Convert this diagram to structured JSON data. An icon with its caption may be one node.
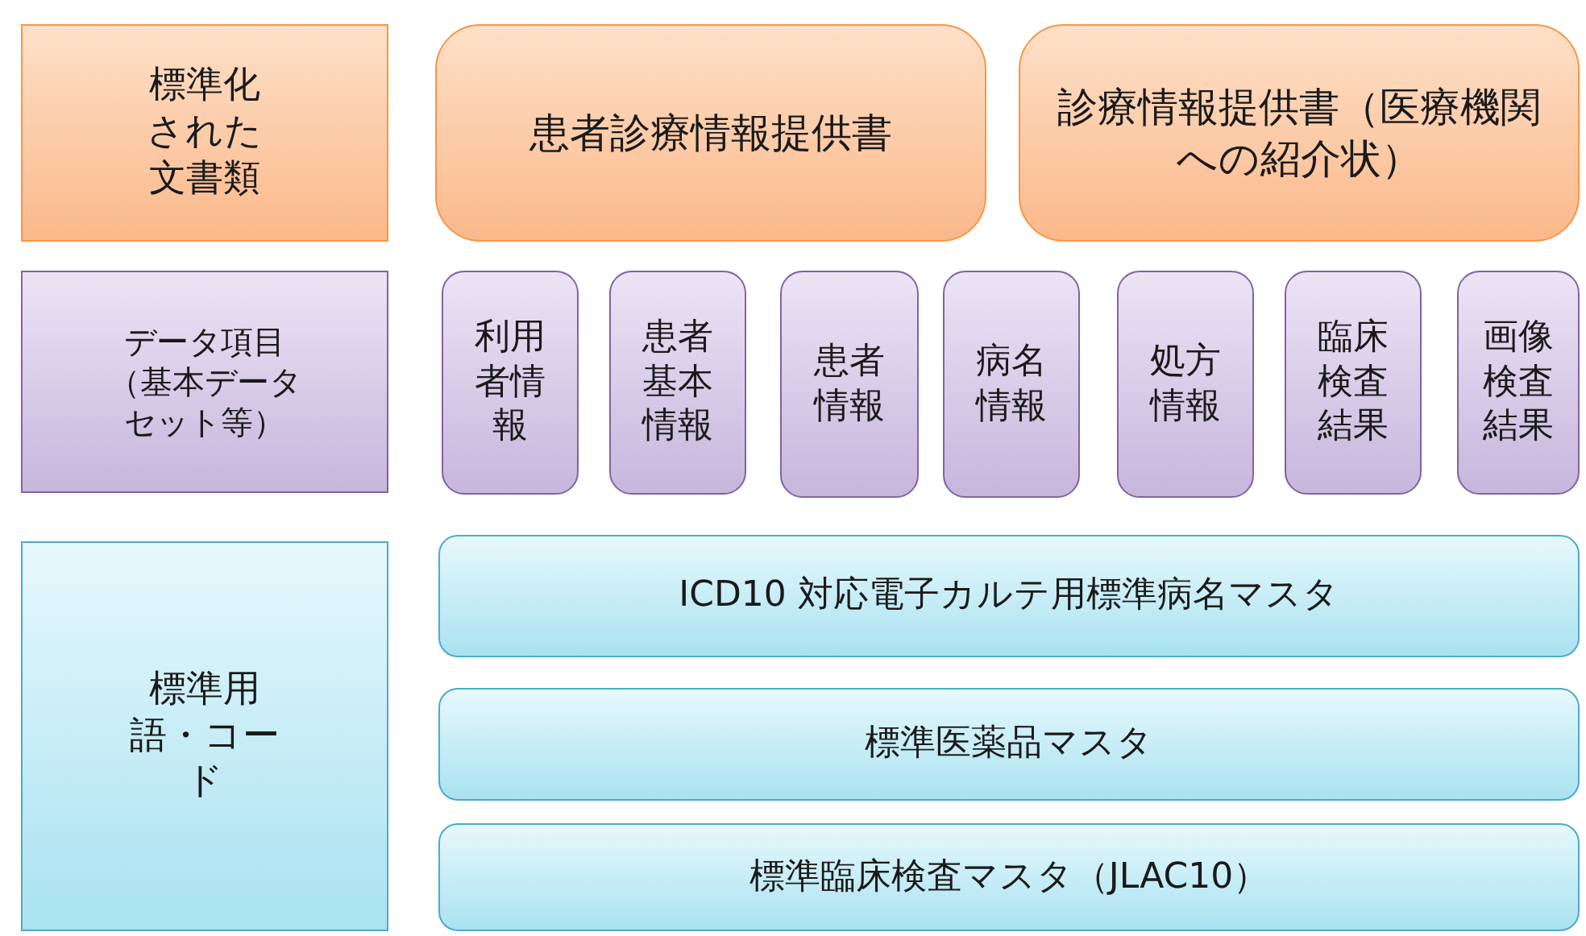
{
  "diagram": {
    "nodes": [
      {
        "text": [
          "標準化された文書類"
        ]
      },
      {
        "text": [
          "患者診療情報提供書"
        ]
      },
      {
        "text": [
          "診療情報提供書（医療機関への紹介状）"
        ]
      },
      {
        "text": [
          "データ項目（基本データセット等）"
        ]
      },
      {
        "text": [
          "利用者情報"
        ]
      },
      {
        "text": [
          "患者基本情報"
        ]
      },
      {
        "text": [
          "患者情報"
        ]
      },
      {
        "text": [
          "病名情報"
        ]
      },
      {
        "text": [
          "処方情報"
        ]
      },
      {
        "text": [
          "臨床検査結果"
        ]
      },
      {
        "text": [
          "画像検査結果"
        ]
      },
      {
        "text": [
          "標準用語・コード"
        ]
      },
      {
        "text": [
          "ICD10 対応電子カルテ用標準病名マスタ"
        ]
      },
      {
        "text": [
          "標準医薬品マスタ"
        ]
      },
      {
        "text": [
          "標準臨床検査マスタ（JLAC10）"
        ]
      }
    ]
  }
}
